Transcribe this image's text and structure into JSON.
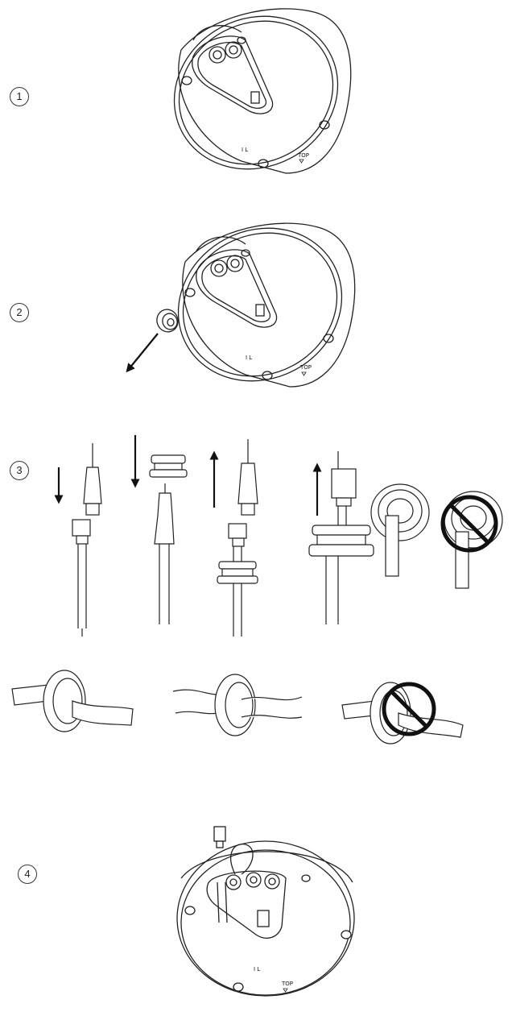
{
  "steps": [
    {
      "number": "1"
    },
    {
      "number": "2"
    },
    {
      "number": "3"
    },
    {
      "number": "4"
    }
  ],
  "housing_marks": {
    "top_label": "TOP",
    "slot_marks": "I  L"
  }
}
